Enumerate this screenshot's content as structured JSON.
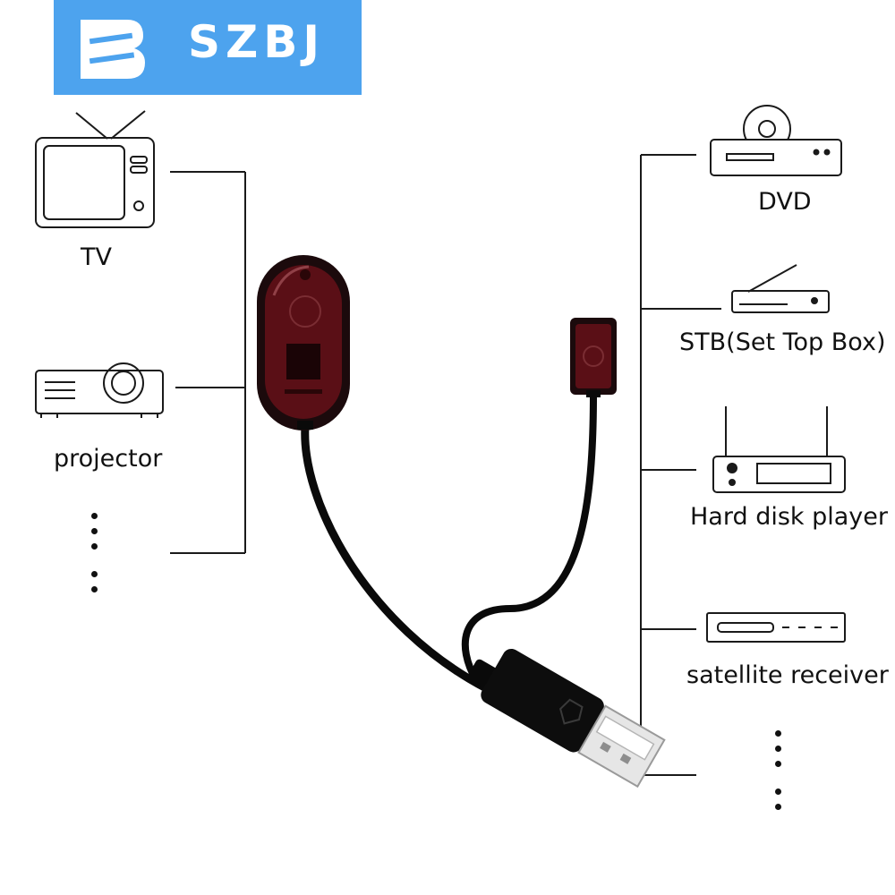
{
  "brand": {
    "name": "SZBJ",
    "logo_color": "#4da3ee"
  },
  "left_devices": [
    {
      "label": "TV",
      "icon": "tv-icon"
    },
    {
      "label": "projector",
      "icon": "projector-icon"
    }
  ],
  "right_devices": [
    {
      "label": "DVD",
      "icon": "dvd-player-icon"
    },
    {
      "label": "STB(Set Top Box)",
      "icon": "set-top-box-icon"
    },
    {
      "label": "Hard disk player",
      "icon": "hard-disk-player-icon"
    },
    {
      "label": "satellite receiver",
      "icon": "satellite-receiver-icon"
    }
  ],
  "product": {
    "parts": [
      "ir-receiver-icon",
      "ir-emitter-icon",
      "usb-plug-icon"
    ],
    "sensor_color": "#5a0f16",
    "cable_color": "#0a0a0a"
  }
}
